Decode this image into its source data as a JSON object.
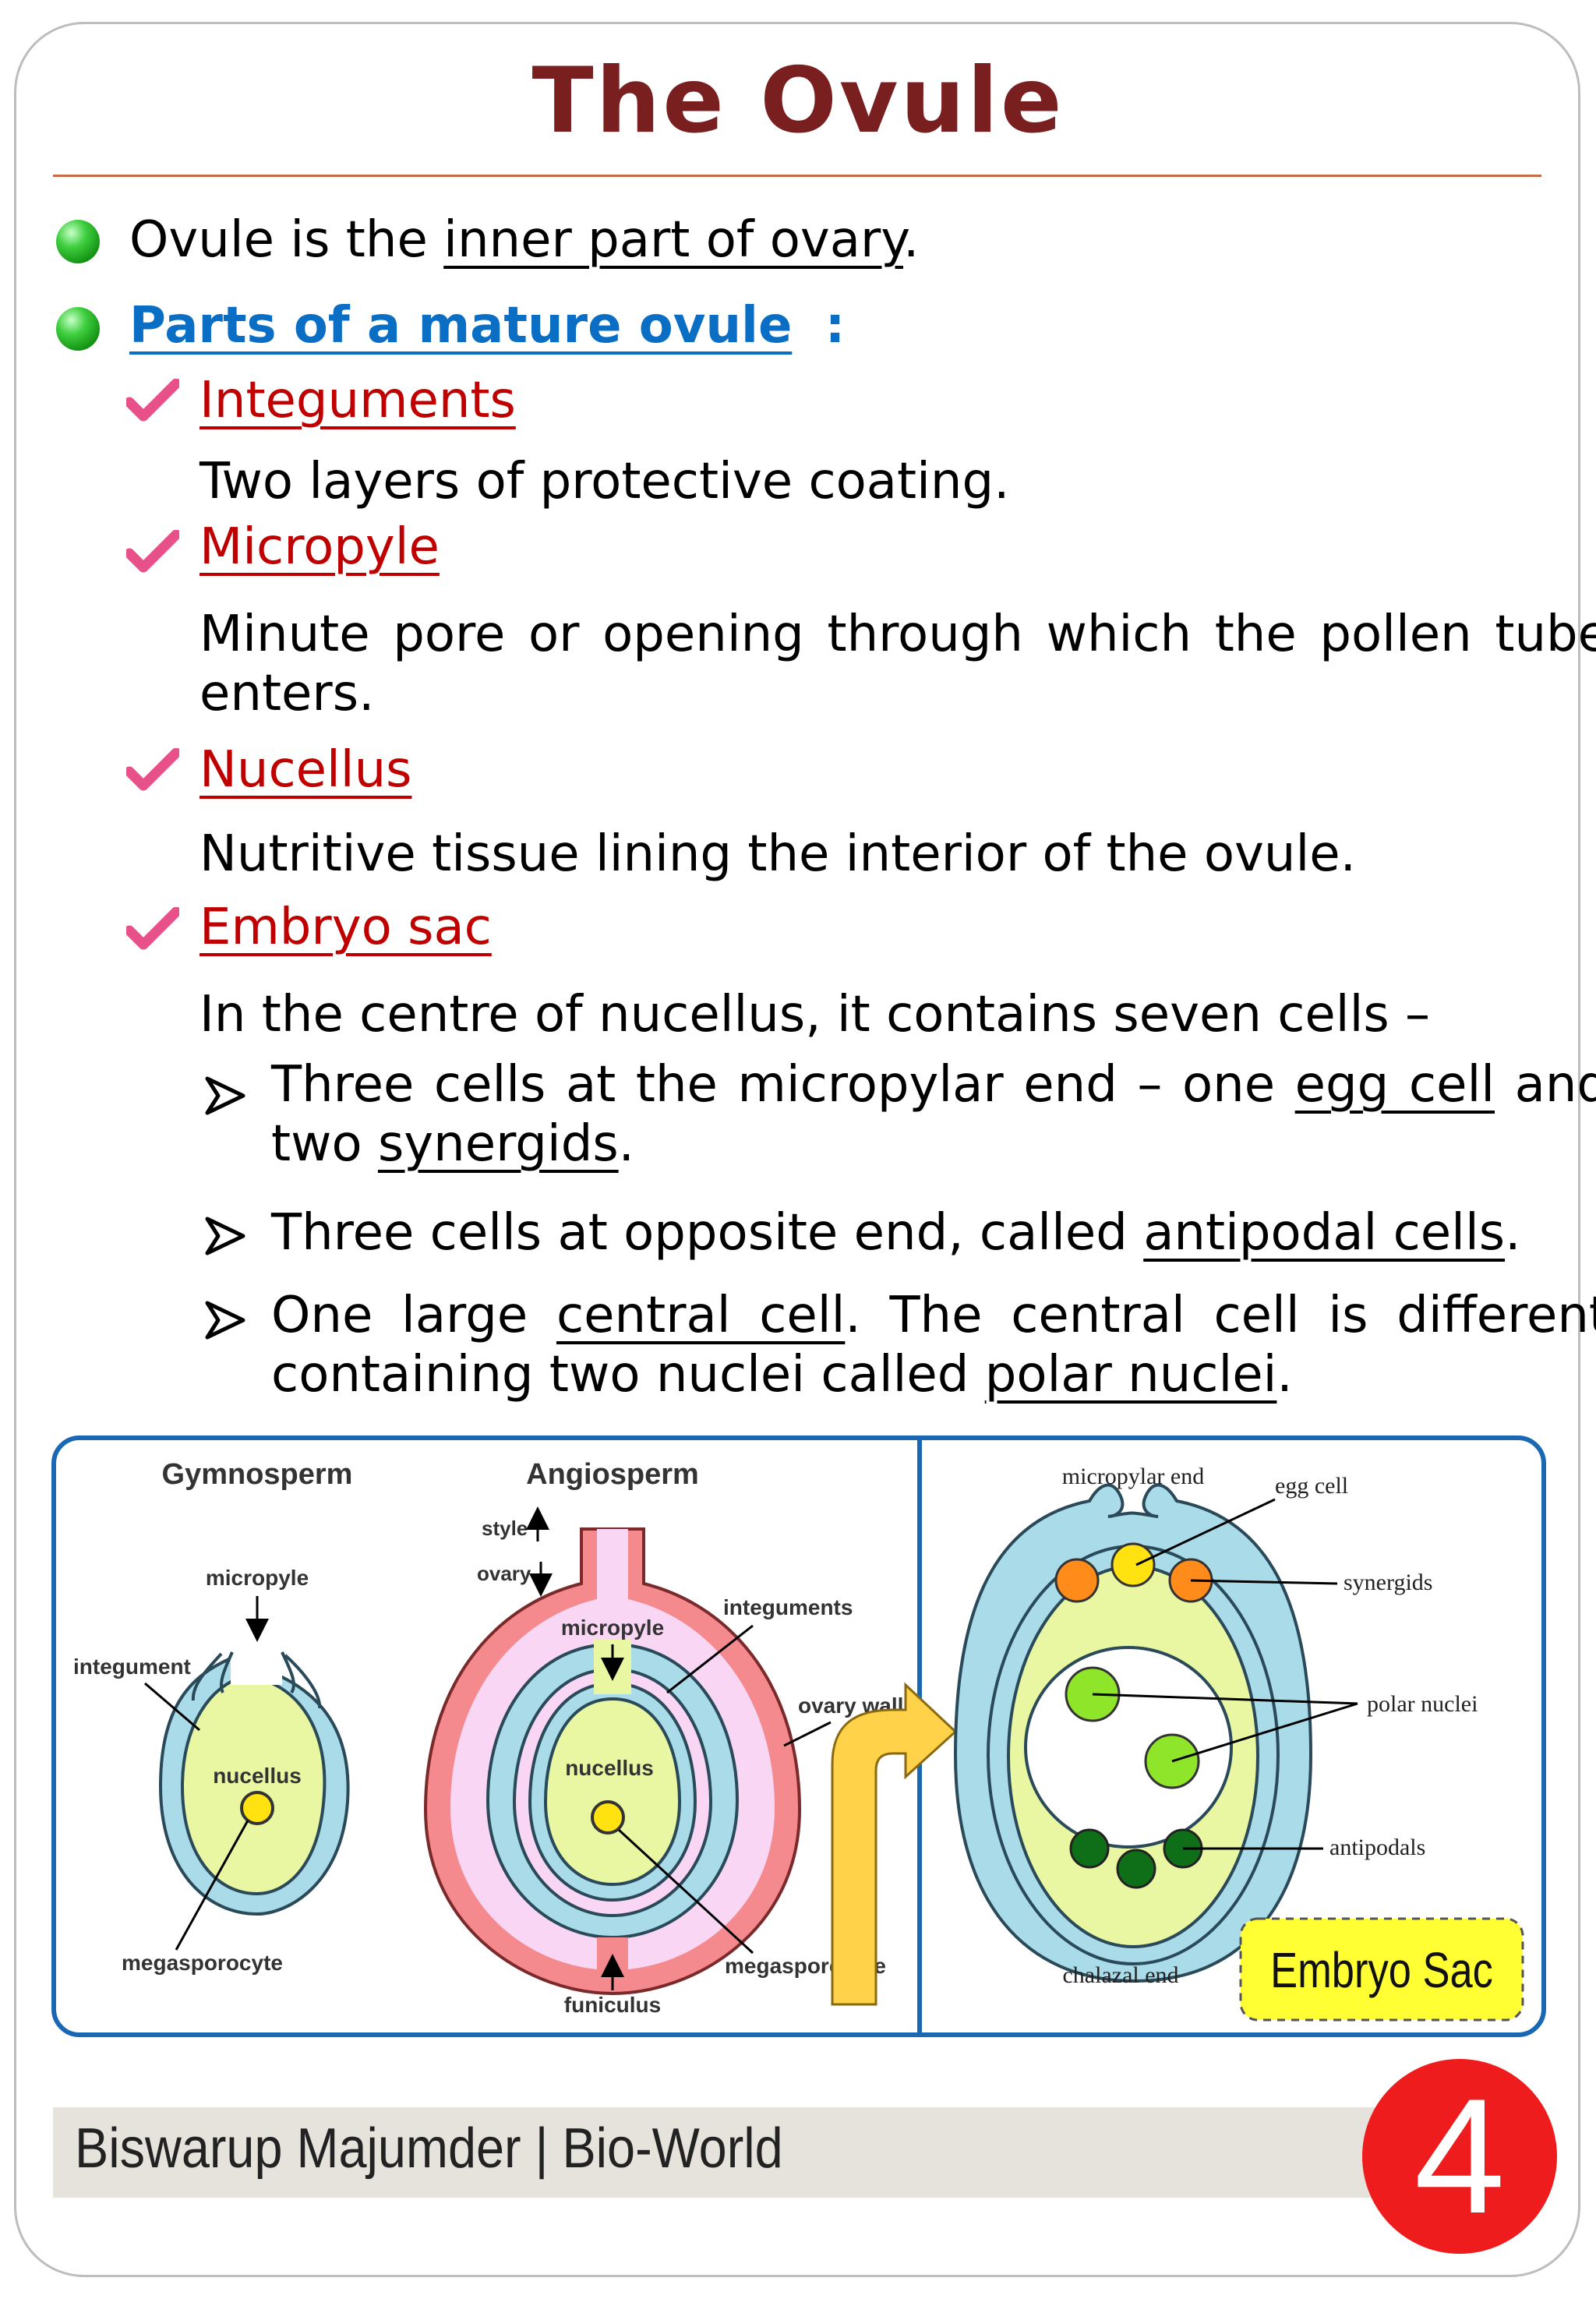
{
  "title": "The Ovule",
  "bullets": {
    "b1": {
      "pre": "Ovule is the ",
      "link": "inner part of ovary",
      "post": "."
    },
    "b2": {
      "heading": "Parts of a mature ovule",
      "colon": ":"
    }
  },
  "parts": {
    "integuments": {
      "name": "Integuments",
      "desc": "Two layers of protective coating."
    },
    "micropyle": {
      "name": "Micropyle",
      "desc_line1": "Minute pore or opening through which the pollen tube",
      "desc_line2": "enters."
    },
    "nucellus": {
      "name": "Nucellus",
      "desc": "Nutritive tissue lining the interior of the ovule."
    },
    "embryo_sac": {
      "name": "Embryo sac",
      "desc": "In the centre of nucellus, it contains seven cells –",
      "sub1": {
        "l1_pre": "Three cells at the micropylar end – one ",
        "l1_ul": "egg cell",
        "l1_post": " and",
        "l2_pre": "two ",
        "l2_ul": "synergids",
        "l2_post": "."
      },
      "sub2": {
        "pre": "Three cells at opposite end, called ",
        "ul": "antipodal cells",
        "post": "."
      },
      "sub3": {
        "l1_pre": "One large ",
        "l1_ul": "central cell",
        "l1_post": ". The central cell is different",
        "l2_pre": "containing two nuclei called ",
        "l2_ul": "polar nuclei",
        "l2_post": "."
      }
    }
  },
  "figure": {
    "gymno": {
      "title": "Gymnosperm",
      "micropyle": "micropyle",
      "integument": "integument",
      "nucellus": "nucellus",
      "megasporocyte": "megasporocyte"
    },
    "angio": {
      "title": "Angiosperm",
      "style": "style",
      "ovary": "ovary",
      "integuments": "integuments",
      "micropyle": "micropyle",
      "ovary_wall": "ovary wall",
      "nucellus": "nucellus",
      "megasporocyte": "megasporocyte",
      "funiculus": "funiculus"
    },
    "sac": {
      "micropylar_end": "micropylar end",
      "egg_cell": "egg cell",
      "synergids": "synergids",
      "polar_nuclei": "polar nuclei",
      "antipodals": "antipodals",
      "chalazal_end": "chalazal end",
      "label": "Embryo Sac"
    }
  },
  "footer": {
    "author": "Biswarup Majumder | Bio-World",
    "page_number": "4"
  },
  "colors": {
    "title": "#7a1f1f",
    "heading_red": "#c00000",
    "heading_blue": "#0a6ec4",
    "frame_blue": "#1a67b4",
    "badge": "#ee1c1c"
  }
}
